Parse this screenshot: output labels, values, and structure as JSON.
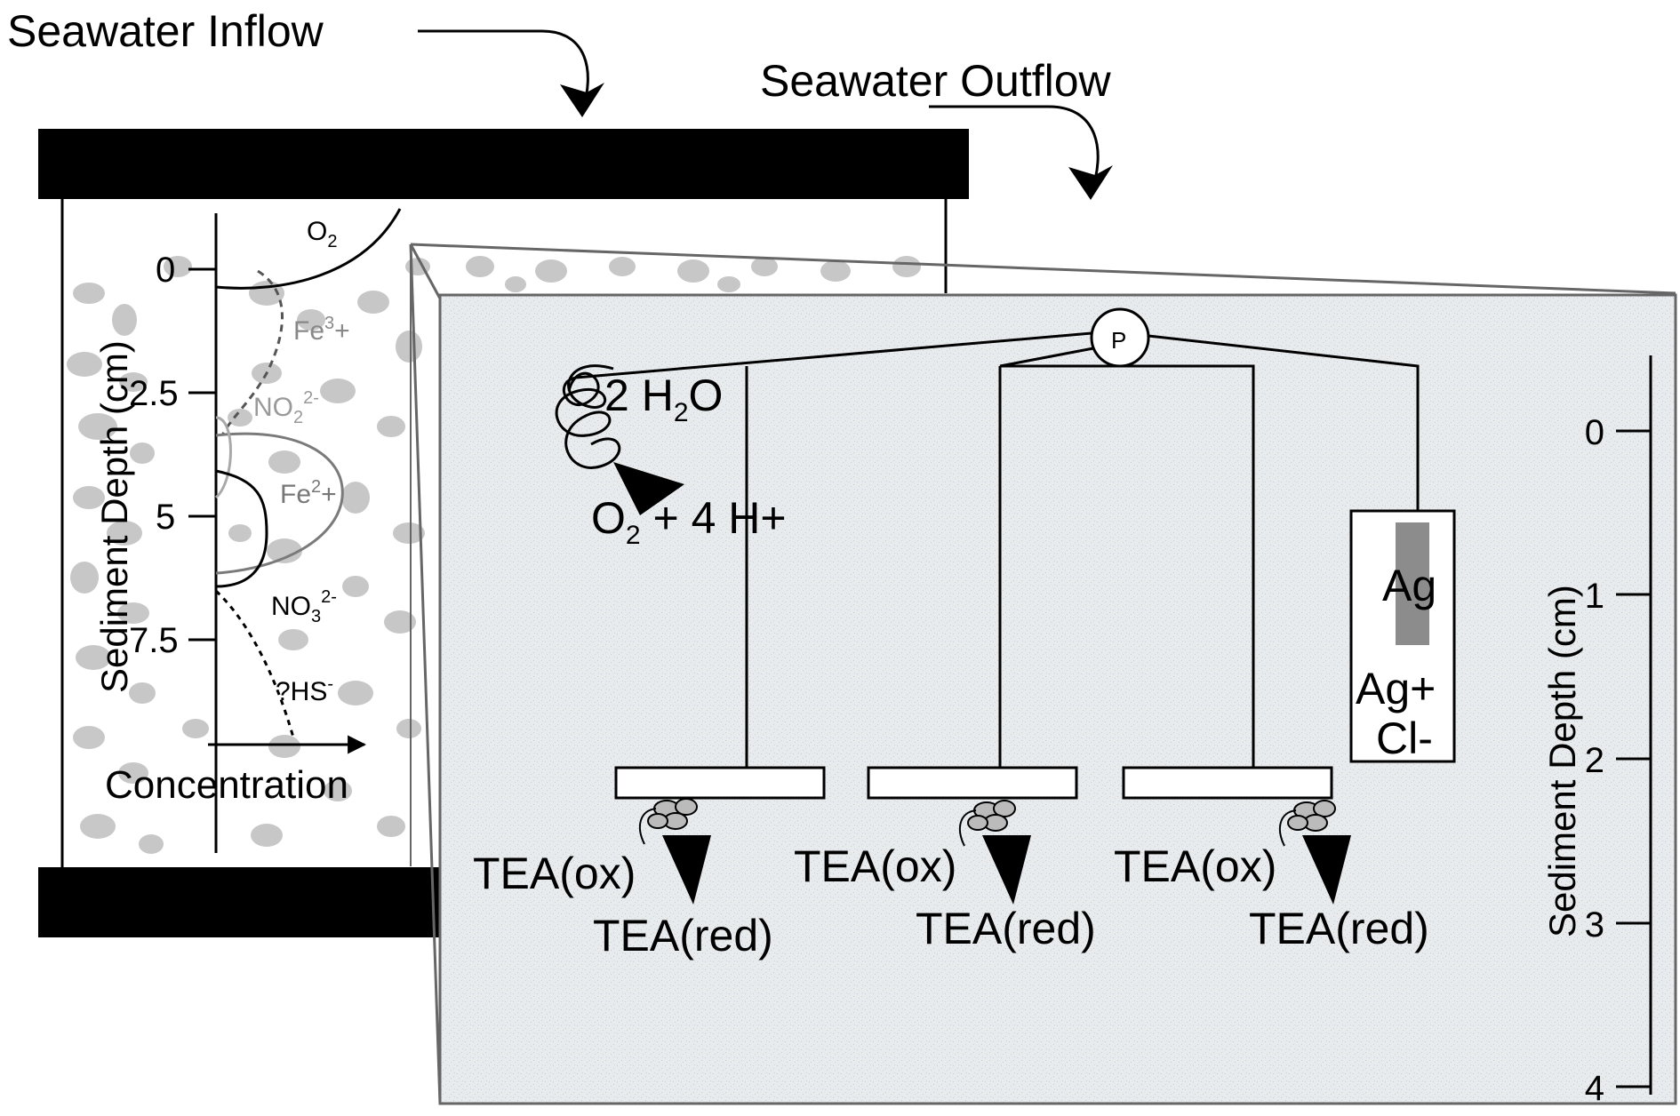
{
  "flow": {
    "inflow_label": "Seawater Inflow",
    "outflow_label": "Seawater Outflow"
  },
  "left_panel": {
    "axis_label": "Sediment Depth (cm)",
    "x_axis_label": "Concentration",
    "ticks": [
      "0",
      "2.5",
      "5",
      "7.5"
    ],
    "species": {
      "o2": "O",
      "o2_sub": "2",
      "fe3": "Fe",
      "fe3_sup": "3",
      "fe3_tail": "+",
      "no2": "NO",
      "no2_sub": "2",
      "no2_sup": "2-",
      "fe2": "Fe",
      "fe2_sup": "2",
      "fe2_tail": "+",
      "no3": "NO",
      "no3_sub": "3",
      "no3_sup": "2-",
      "hs": "?HS",
      "hs_sup": "-"
    }
  },
  "right_panel": {
    "axis_label": "Sediment Depth (cm)",
    "ticks": [
      "0",
      "1",
      "2",
      "3",
      "4"
    ],
    "potentiostat_label": "P",
    "water_reaction": {
      "reactant": "2 H",
      "reactant_sub": "2",
      "reactant_tail": "O",
      "product": "O",
      "product_sub": "2",
      "product_tail": " + 4 H+"
    },
    "reference_electrode": {
      "metal": "Ag",
      "ion": "Ag+",
      "anion": "Cl-"
    },
    "electrode_labels": {
      "oxidized": "TEA(ox)",
      "reduced": "TEA(red)"
    }
  },
  "colors": {
    "line": "#000000",
    "sediment_fill": "#e9ecee",
    "particle": "#9a9a9a",
    "grey_curve": "#7a7a7a",
    "light_curve": "#a9a9a9",
    "ag_wire": "#8c8c8c"
  }
}
